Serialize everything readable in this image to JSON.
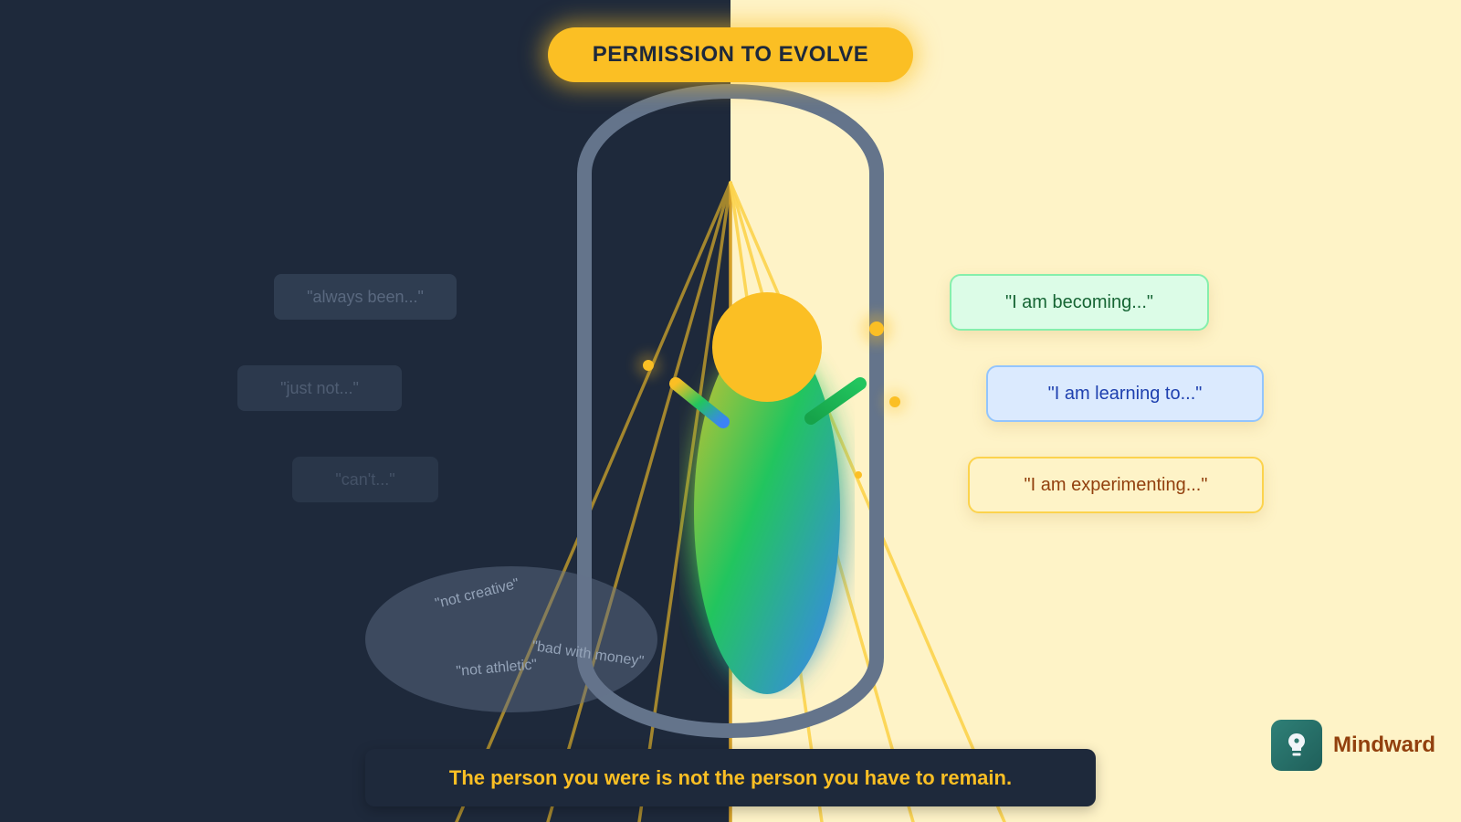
{
  "header": {
    "title": "PERMISSION TO EVOLVE"
  },
  "old_identity": {
    "labels": [
      {
        "text": "\"always been...\"",
        "opacity": 0.85
      },
      {
        "text": "\"just not...\"",
        "opacity": 0.7
      },
      {
        "text": "\"can't...\"",
        "opacity": 0.55
      }
    ],
    "shed_shell": {
      "labels": [
        {
          "text": "\"not creative\""
        },
        {
          "text": "\"bad with money\""
        },
        {
          "text": "\"not athletic\""
        }
      ]
    }
  },
  "new_identity": {
    "labels": [
      {
        "text": "\"I am becoming...\"",
        "bg": "#dcfce7",
        "border": "#86efac",
        "color": "#166534"
      },
      {
        "text": "\"I am learning to...\"",
        "bg": "#dbeafe",
        "border": "#93c5fd",
        "color": "#1e40af"
      },
      {
        "text": "\"I am experimenting...\"",
        "bg": "#fef3c7",
        "border": "#fcd34d",
        "color": "#92400e"
      }
    ]
  },
  "caption": {
    "text": "The person you were is not the person you have to remain."
  },
  "brand": {
    "name": "Mindward",
    "icon": "lightbulb-icon"
  },
  "colors": {
    "dark_bg": "#1e293b",
    "light_bg": "#fef3c7",
    "accent": "#fbbf24",
    "capsule": "#64748b",
    "brand_text": "#92400e"
  }
}
